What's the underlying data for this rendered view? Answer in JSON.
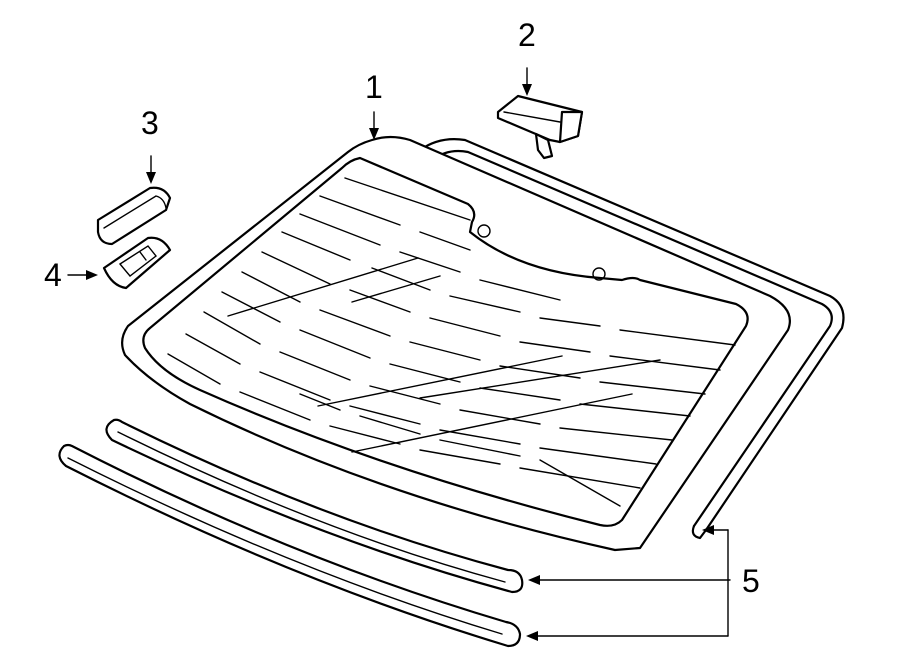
{
  "callouts": [
    {
      "id": "windshield",
      "label": "1"
    },
    {
      "id": "mirror-bracket",
      "label": "2"
    },
    {
      "id": "sensor-bracket",
      "label": "3"
    },
    {
      "id": "sensor-clip",
      "label": "4"
    },
    {
      "id": "moldings",
      "label": "5"
    }
  ]
}
